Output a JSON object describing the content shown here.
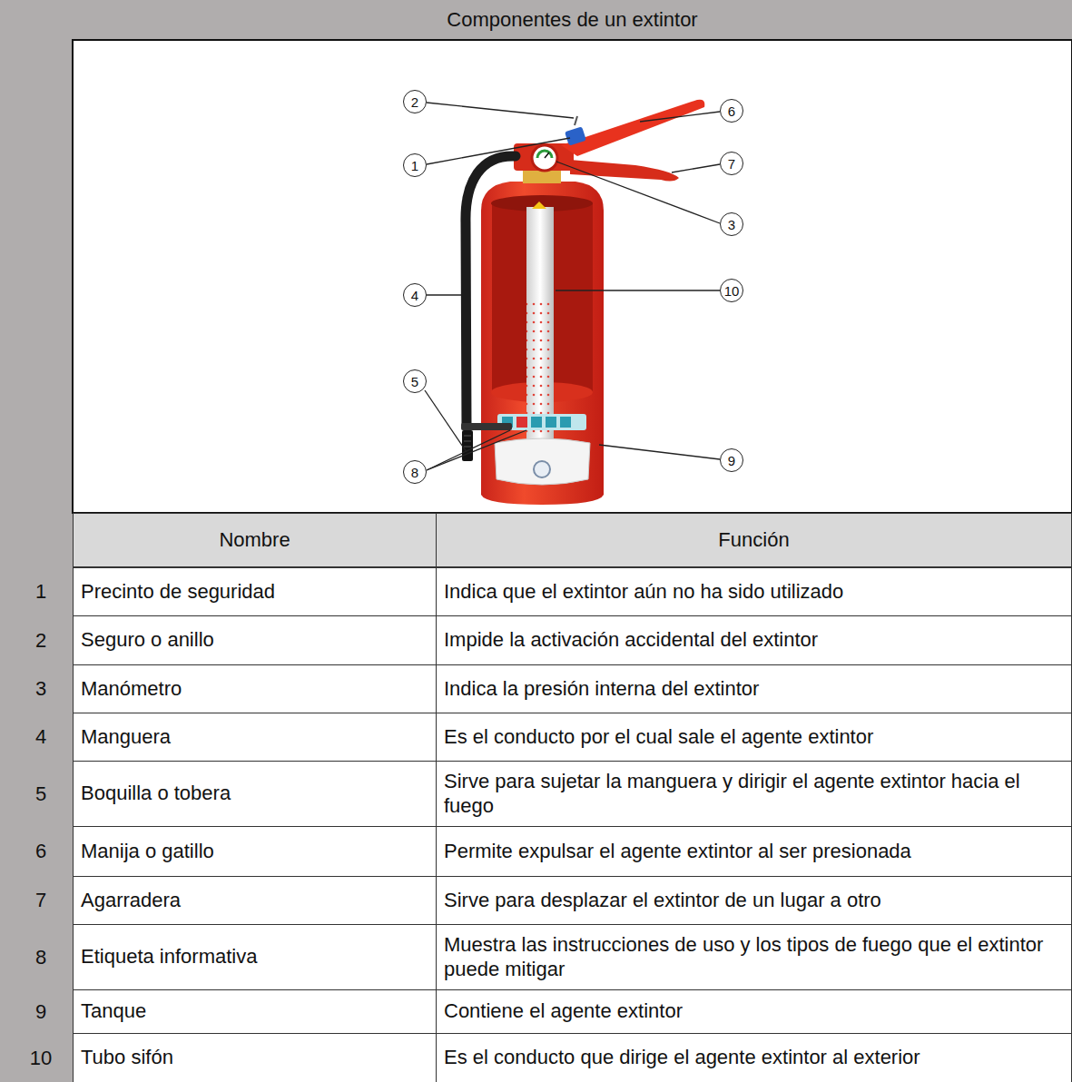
{
  "diagram": {
    "title": "Componentes de un extintor",
    "labels": [
      "2",
      "6",
      "1",
      "7",
      "3",
      "10",
      "4",
      "5",
      "9",
      "8",
      "Nombre",
      "Función",
      "1",
      "Precinto de seguridad",
      "Indica que el extintor aún no ha sido utilizado",
      "2",
      "Seguro o anillo",
      "Impide la activación accidental del extintor",
      "3",
      "Manómetro",
      "Indica la presión interna del extintor",
      "4",
      "Manguera",
      "Es el conducto por el cual sale el agente extintor",
      "5",
      "Boquilla o tobera",
      "Sirve para sujetar la manguera y dirigir el agente extintor hacia el fuego",
      "6",
      "Manija o gatillo",
      "Permite expulsar el agente extintor al ser presionada",
      "7",
      "Agarradera",
      "Sirve para desplazar el extintor de un lugar a otro",
      "8",
      "Etiqueta informativa",
      "Muestra las instrucciones de uso y los tipos de fuego que el extintor puede mitigar",
      "9",
      "Tanque",
      "Contiene el agente extintor",
      "10",
      "Tubo sifón",
      "Es el conducto que dirige el agente extintor al exterior"
    ]
  }
}
